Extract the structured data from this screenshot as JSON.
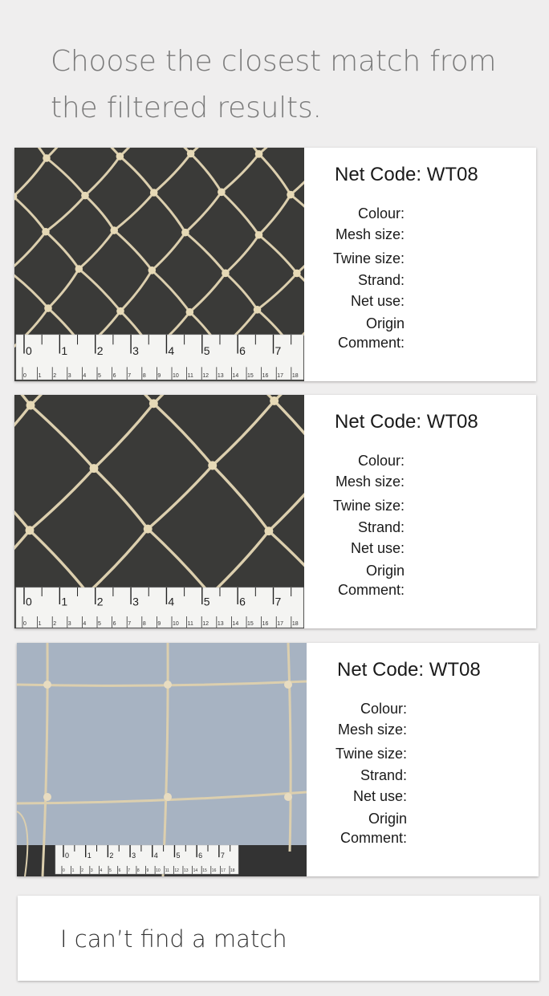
{
  "heading": "Choose the closest match from the filtered results.",
  "results": [
    {
      "net_code": "Net Code: WT08",
      "fields": [
        "Colour:",
        "Mesh size:",
        "Twine size:",
        "Strand:",
        "Net use:",
        "Origin",
        "Comment:"
      ],
      "photo": "net-mesh-photo-dark-background-diamond"
    },
    {
      "net_code": "Net Code: WT08",
      "fields": [
        "Colour:",
        "Mesh size:",
        "Twine size:",
        "Strand:",
        "Net use:",
        "Origin",
        "Comment:"
      ],
      "photo": "net-mesh-photo-dark-background-large-diamond"
    },
    {
      "net_code": "Net Code: WT08",
      "fields": [
        "Colour:",
        "Mesh size:",
        "Twine size:",
        "Strand:",
        "Net use:",
        "Origin",
        "Comment:"
      ],
      "photo": "net-mesh-photo-light-background-square"
    }
  ],
  "ruler": {
    "top_labels": [
      "0",
      "1",
      "2",
      "3",
      "4",
      "5",
      "6",
      "7"
    ],
    "bottom_labels": [
      "0",
      "1",
      "2",
      "3",
      "4",
      "5",
      "6",
      "7",
      "8",
      "9",
      "10",
      "11",
      "12",
      "13",
      "14",
      "15",
      "16",
      "17",
      "18"
    ]
  },
  "no_match_label": "I can’t find a match",
  "colors": {
    "background": "#efeeee",
    "heading": "#7b7b7b",
    "dark_photo_bg": "#3a3a38",
    "light_photo_bg": "#a7b3c2",
    "twine": "#dccfae"
  }
}
